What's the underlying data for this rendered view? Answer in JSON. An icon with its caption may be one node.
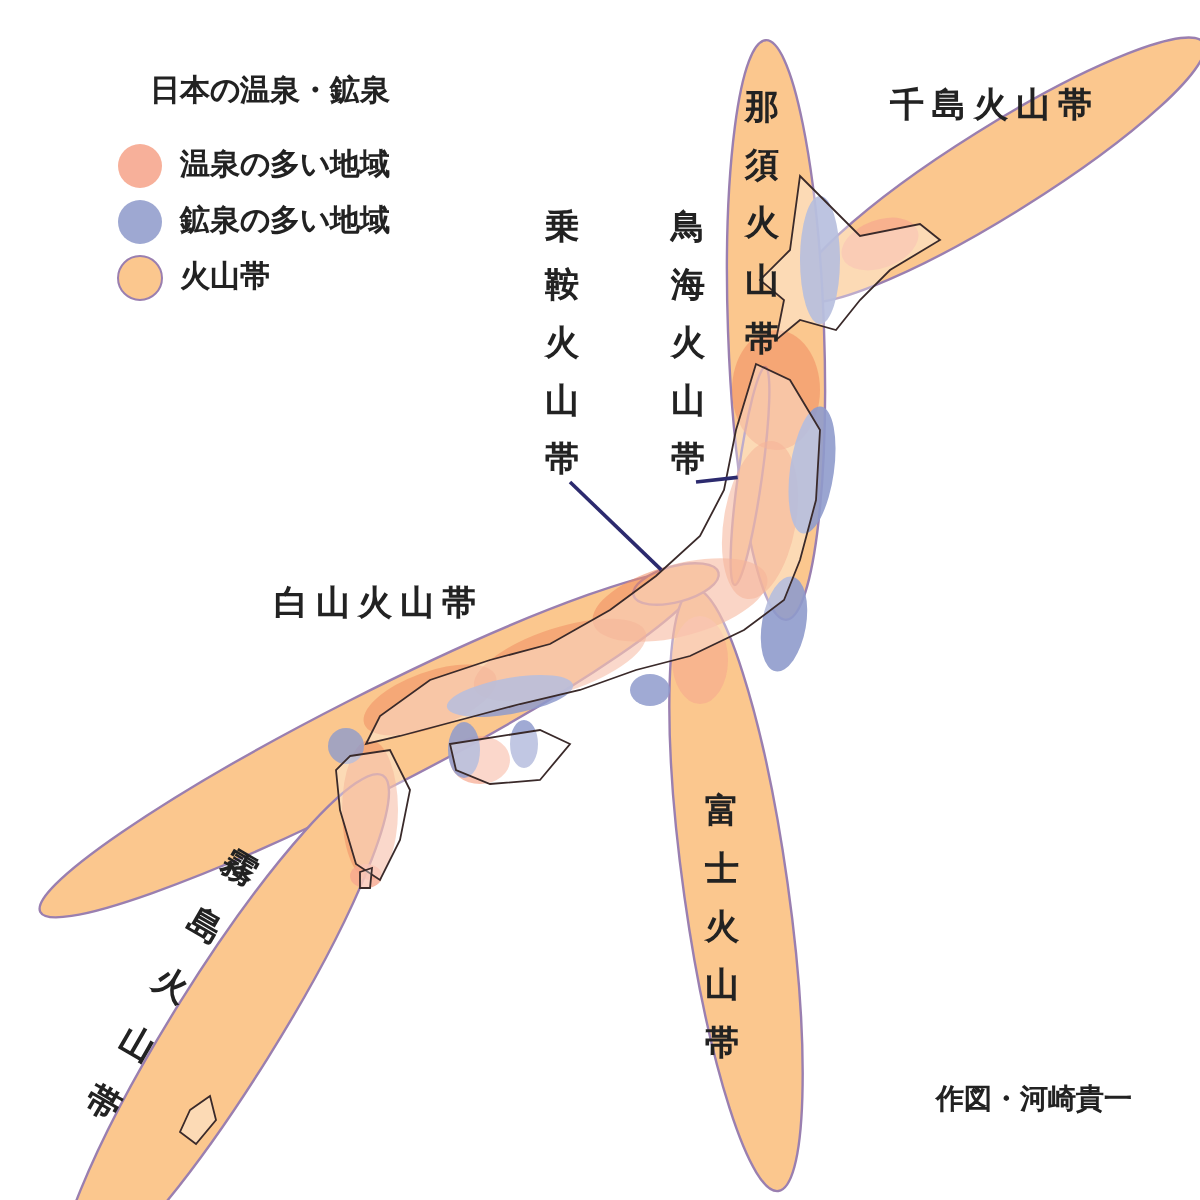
{
  "diagram": {
    "title": "日本の温泉・鉱泉",
    "nodes": [
      {
        "text": [
          "乗鞍火山帯"
        ]
      },
      {
        "text": [],
        "shape": "ellipse"
      },
      {
        "text": [
          "鳥海火山帯"
        ]
      },
      {
        "text": [],
        "shape": "ellipse"
      }
    ],
    "edges": [
      {
        "from": 0,
        "to": 1,
        "arrow": "none"
      },
      {
        "from": 2,
        "to": 3,
        "arrow": "none"
      }
    ],
    "labels": [
      "那須火山帯",
      "千島火山帯",
      "白山火山帯",
      "富士火山帯",
      "霧島火山帯",
      "作図・河崎貴一"
    ],
    "legend": [
      {
        "text": "温泉の多い地域",
        "color": "#f7b09a"
      },
      {
        "text": "鉱泉の多い地域",
        "color": "#9ea8d2"
      },
      {
        "text": "火山帯",
        "color": "#fbc78e"
      }
    ]
  }
}
